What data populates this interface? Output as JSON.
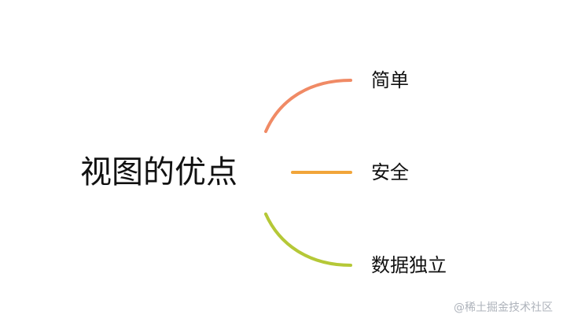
{
  "diagram": {
    "type": "mind-map",
    "root_label": "视图的优点",
    "branches": [
      {
        "label": "简单",
        "color": "#f08a65"
      },
      {
        "label": "安全",
        "color": "#f1a53a"
      },
      {
        "label": "数据独立",
        "color": "#b5c837"
      }
    ]
  },
  "watermark": "@稀土掘金技术社区"
}
